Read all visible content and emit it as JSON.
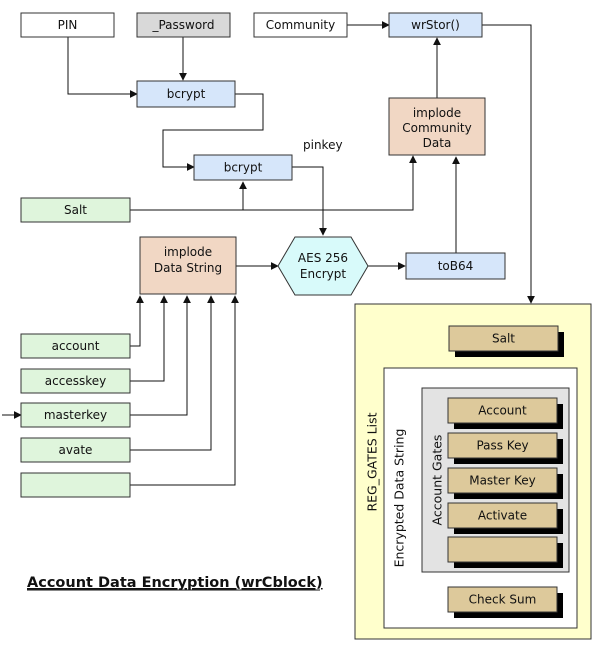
{
  "inputs": {
    "pin": "PIN",
    "password": "_Password",
    "community": "Community",
    "salt": "Salt",
    "fields": [
      "account",
      "accesskey",
      "masterkey",
      "avate",
      ""
    ]
  },
  "process": {
    "bcrypt1": "bcrypt",
    "bcrypt2": "bcrypt",
    "pinkey": "pinkey",
    "wrstor": "wrStor()",
    "implode_community": [
      "implode",
      "Community",
      "Data"
    ],
    "implode_data": [
      "implode",
      "Data String"
    ],
    "aes": [
      "AES 256",
      "Encrypt"
    ],
    "tob64": "toB64"
  },
  "storage": {
    "list_label": "REG_GATES List",
    "enc_label": "Encrypted Data String",
    "gates_label": "Account Gates",
    "salt": "Salt",
    "gates": [
      "Account",
      "Pass Key",
      "Master Key",
      "Activate",
      ""
    ],
    "checksum": "Check Sum"
  },
  "title": "Account Data Encryption (wrCblock)",
  "colors": {
    "input_white": "#ffffff",
    "input_gray": "#d9d9d9",
    "salt_green": "#dff5dc",
    "bcrypt_blue": "#d6e6fa",
    "implode_tan": "#f1d7c4",
    "aes_cyan": "#d8fafa",
    "panel_yellow": "#ffffcc",
    "gate_tan": "#ddc99b",
    "gray_panel": "#e3e3e3"
  }
}
